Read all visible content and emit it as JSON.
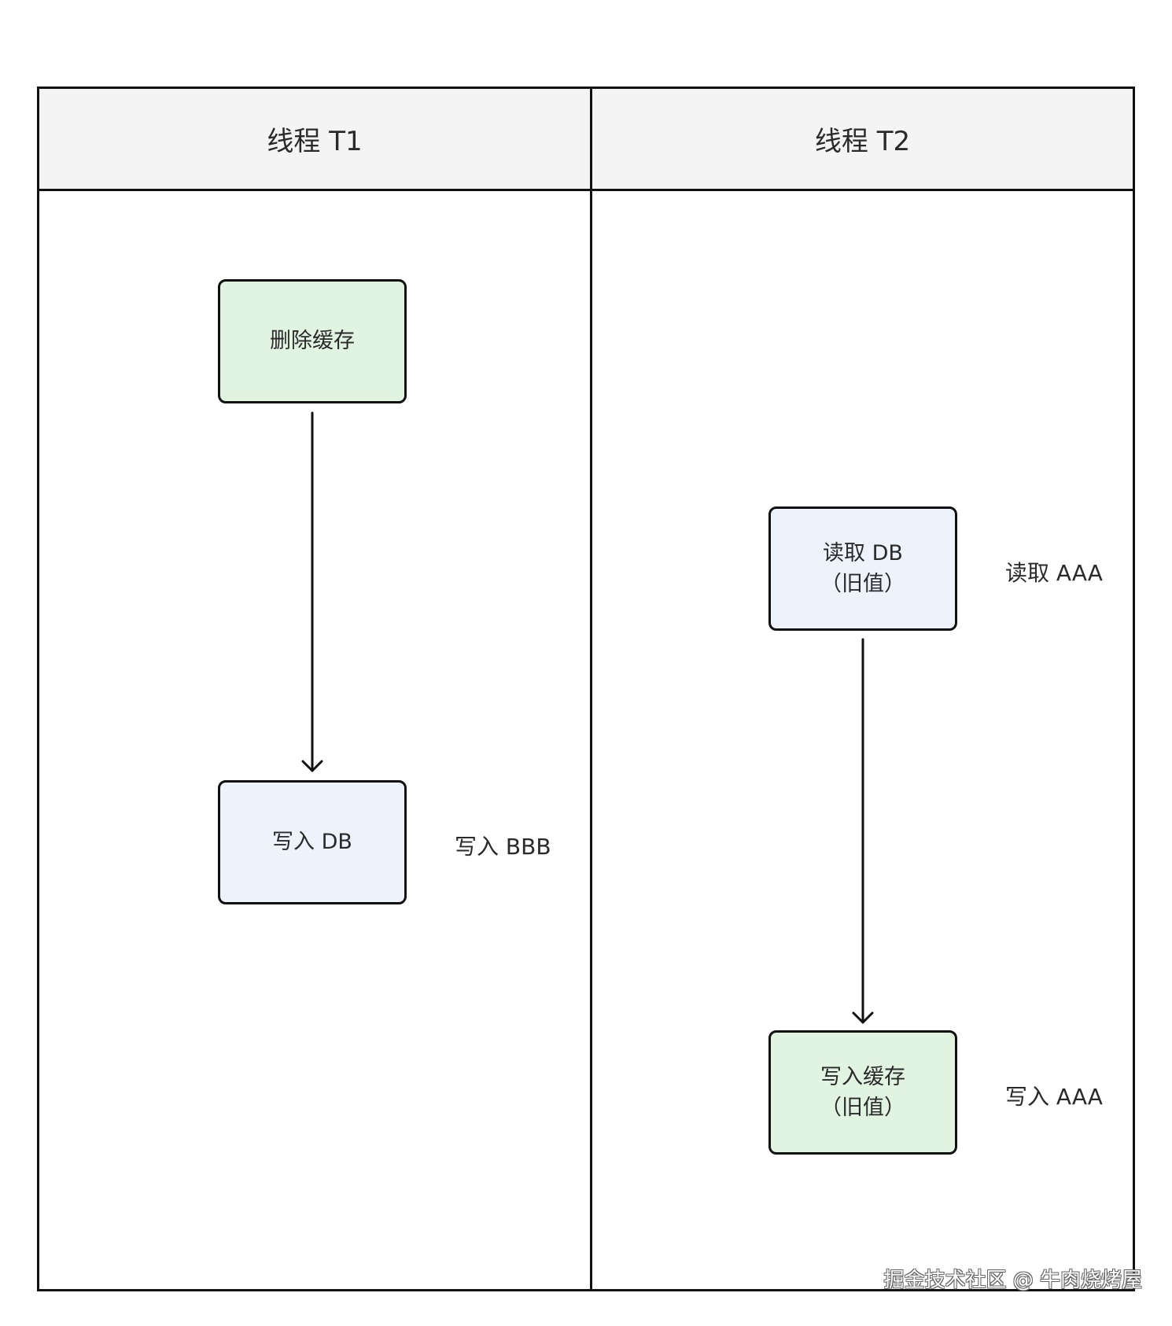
{
  "lanes": [
    {
      "title": "线程 T1"
    },
    {
      "title": "线程 T2"
    }
  ],
  "nodes": {
    "t1_delete_cache": {
      "line1": "删除缓存",
      "color": "#e1f3e1"
    },
    "t1_write_db": {
      "line1": "写入 DB",
      "color": "#eef2fa"
    },
    "t2_read_db": {
      "line1": "读取 DB",
      "line2": "（旧值）",
      "color": "#eef2fa"
    },
    "t2_write_cache": {
      "line1": "写入缓存",
      "line2": "（旧值）",
      "color": "#e1f3e1"
    }
  },
  "annotations": {
    "t1_write_value": "写入 BBB",
    "t2_read_value": "读取 AAA",
    "t2_write_value": "写入 AAA"
  },
  "watermark": "掘金技术社区 @ 牛肉烧烤屋"
}
